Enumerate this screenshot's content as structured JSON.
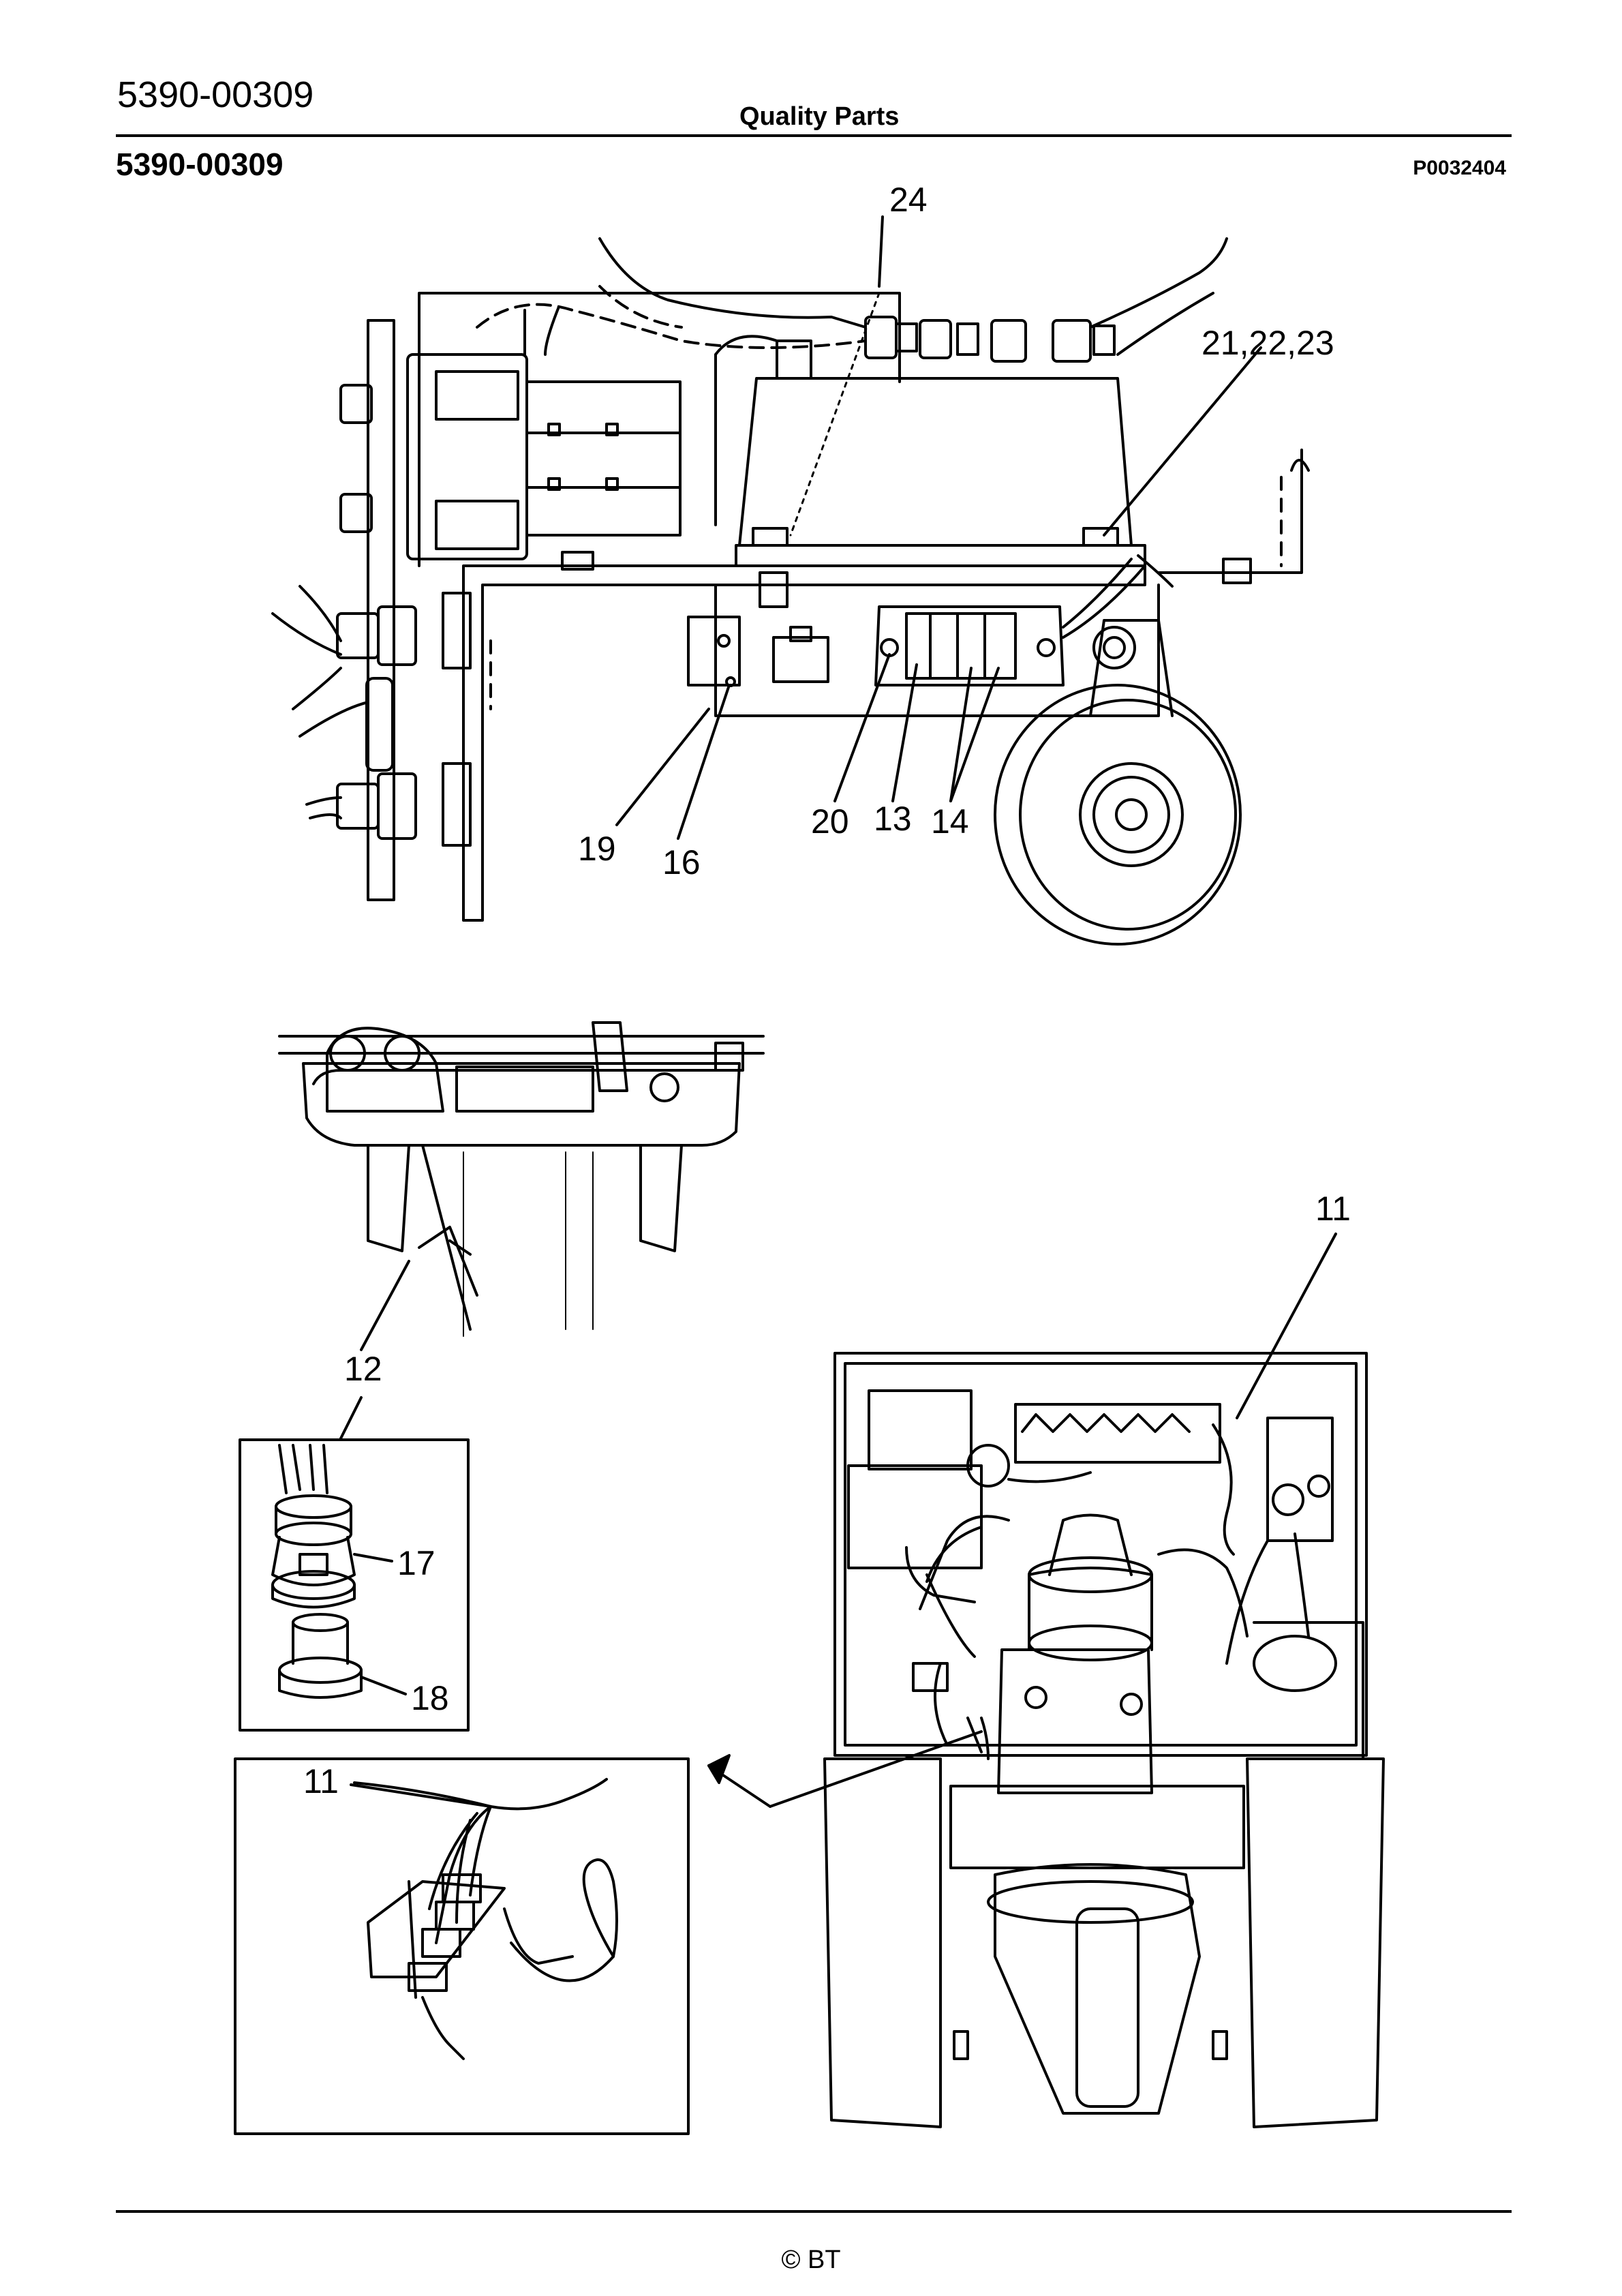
{
  "header": {
    "part_number": "5390-00309",
    "title": "Quality Parts",
    "section_number": "5390-00309",
    "figure_ref": "P0032404"
  },
  "callouts": {
    "c24": "24",
    "c21_22_23": "21,22,23",
    "c19": "19",
    "c16": "16",
    "c20": "20",
    "c13": "13",
    "c14": "14",
    "c11_top": "11",
    "c12": "12",
    "c17": "17",
    "c18": "18",
    "c11_inset": "11"
  },
  "footer": {
    "copyright": "© BT"
  }
}
